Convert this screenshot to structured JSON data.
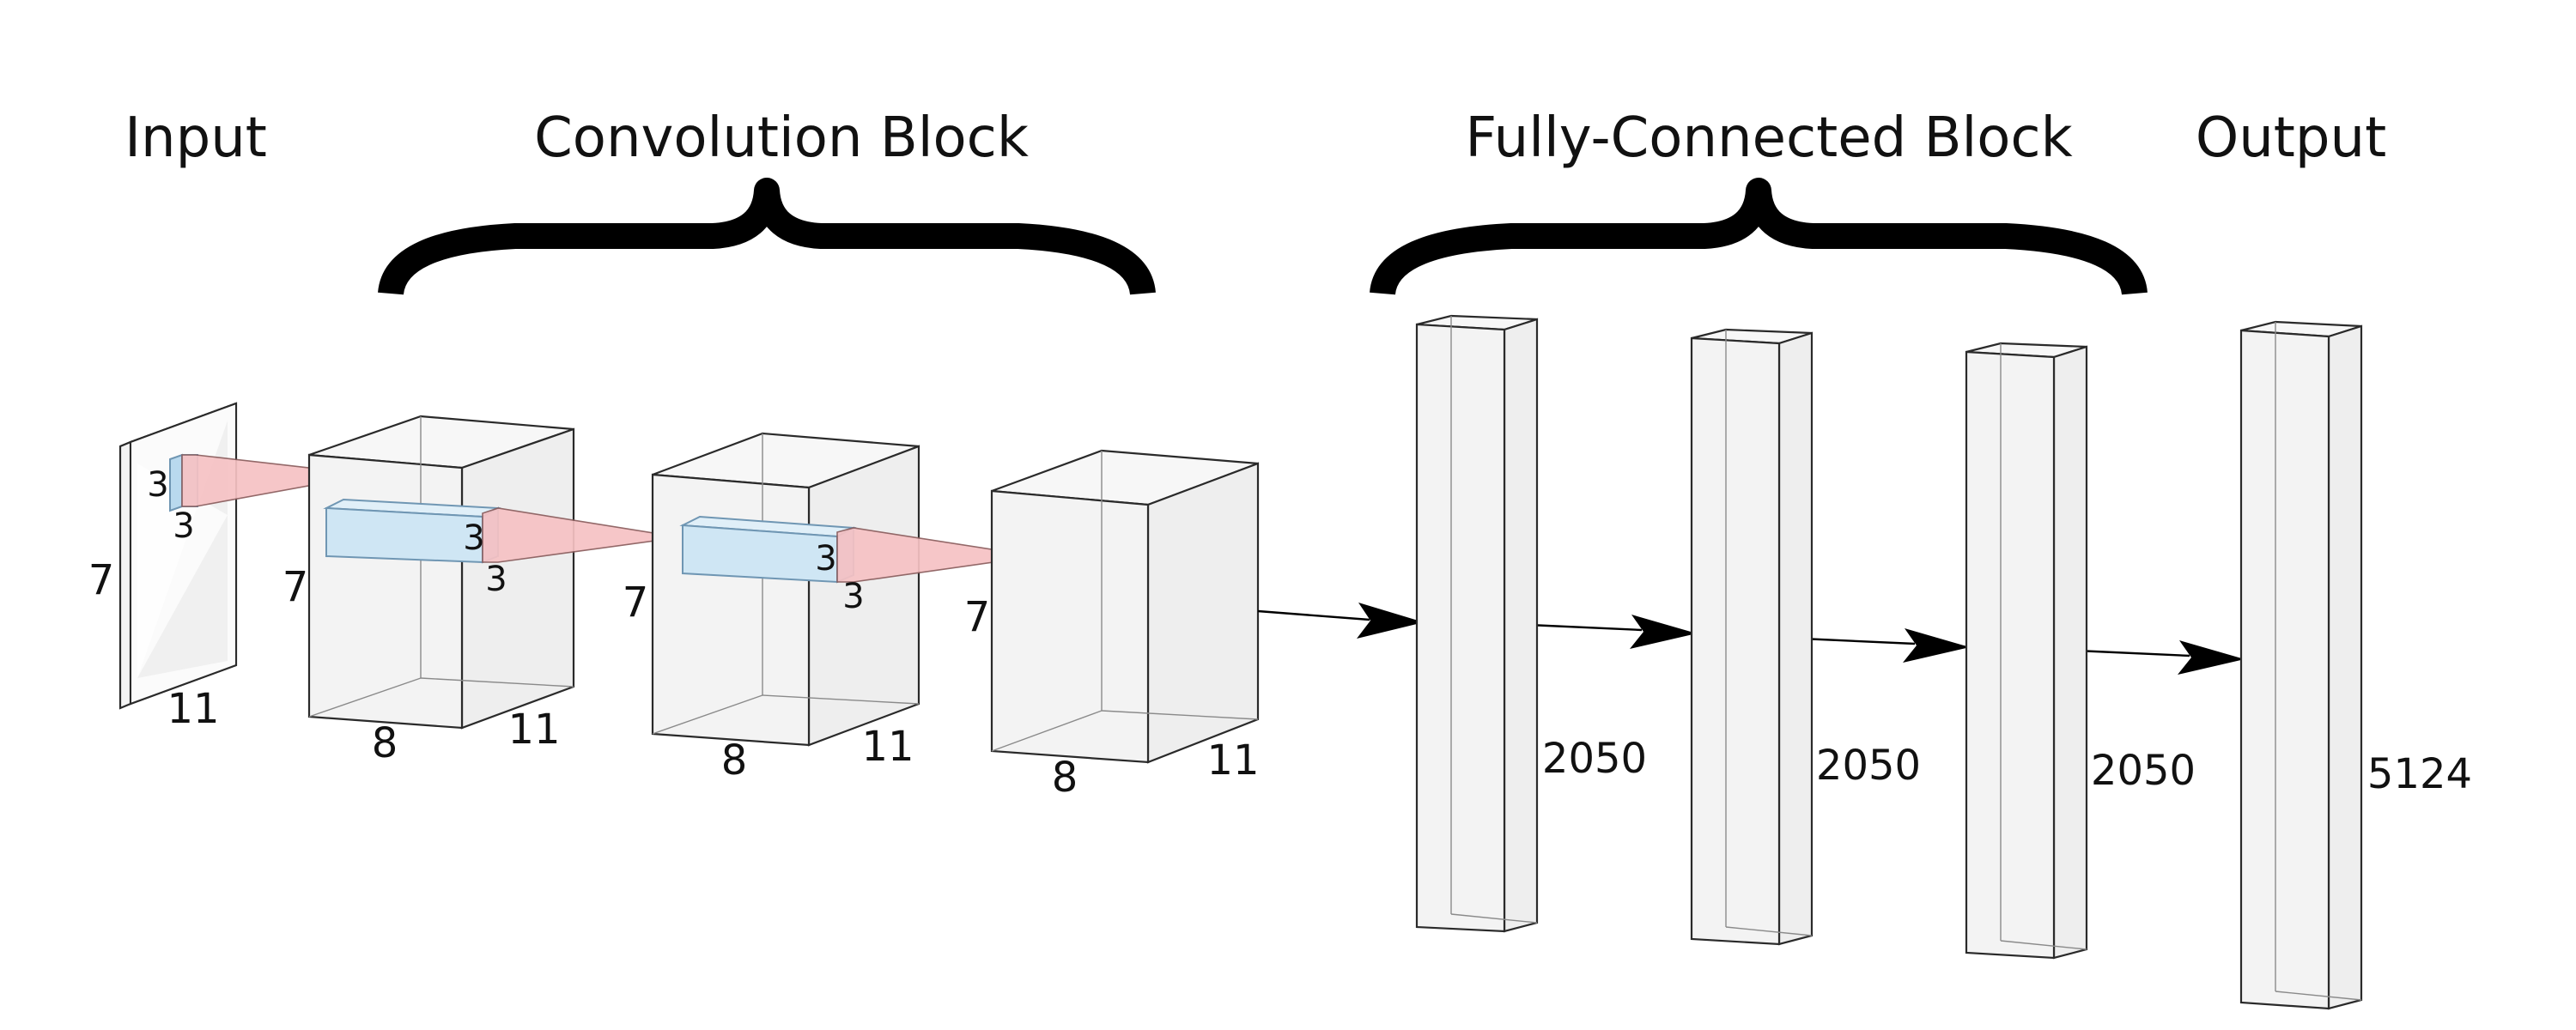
{
  "sections": {
    "input": "Input",
    "conv": "Convolution Block",
    "fc": "Fully-Connected Block",
    "output": "Output"
  },
  "input_layer": {
    "height": "7",
    "width": "11"
  },
  "kernels": [
    {
      "h": "3",
      "w": "3"
    },
    {
      "h": "3",
      "w": "3"
    },
    {
      "h": "3",
      "w": "3"
    }
  ],
  "conv_layers": [
    {
      "height": "7",
      "width": "8",
      "depth": "11"
    },
    {
      "height": "7",
      "width": "8",
      "depth": "11"
    },
    {
      "height": "7",
      "width": "8",
      "depth": "11"
    }
  ],
  "fc_layers": [
    {
      "units": "2050"
    },
    {
      "units": "2050"
    },
    {
      "units": "2050"
    },
    {
      "units": "5124"
    }
  ],
  "colors": {
    "kernel": "#cfe6f4",
    "cone": "#f6c2c4",
    "layer_fill": "#f3f3f3",
    "brace": "#000000"
  }
}
